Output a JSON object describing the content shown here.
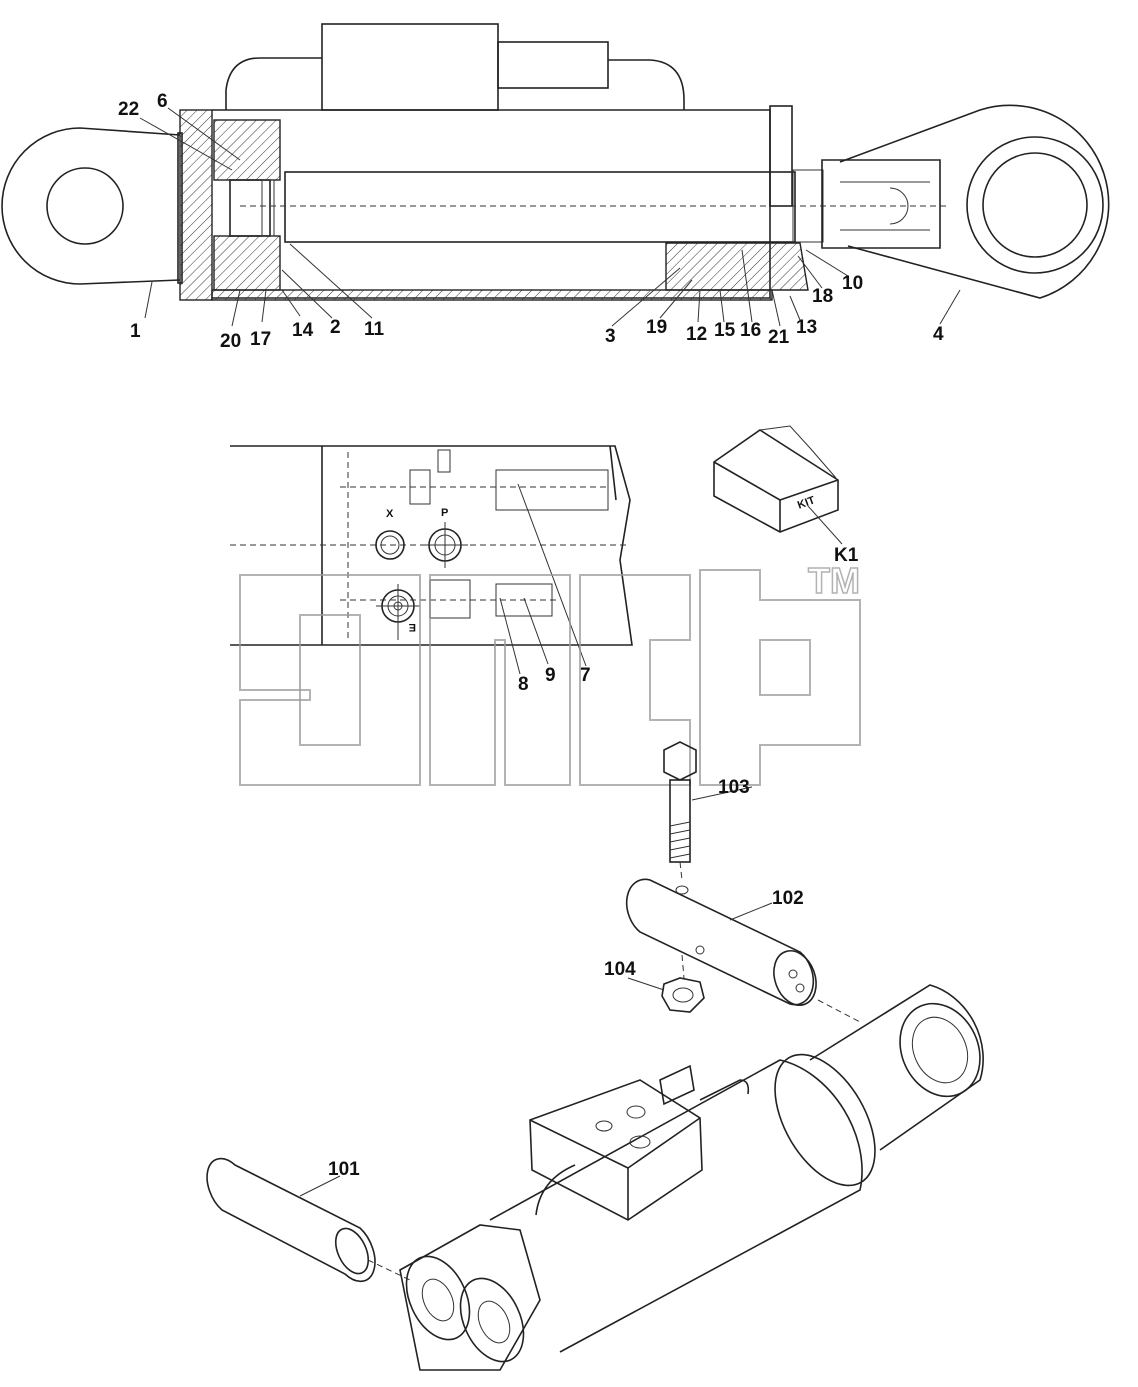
{
  "cylinder_section": {
    "callouts": [
      "1",
      "2",
      "3",
      "4",
      "6",
      "10",
      "11",
      "12",
      "13",
      "14",
      "15",
      "16",
      "17",
      "18",
      "19",
      "20",
      "21",
      "22"
    ]
  },
  "valve_block": {
    "port_labels": [
      "X",
      "P",
      "E"
    ],
    "callouts": [
      "7",
      "8",
      "9"
    ]
  },
  "kit": {
    "box_text": "KIT",
    "callout": "K1"
  },
  "watermark": {
    "text": "ЗПСР",
    "tm": "TM"
  },
  "exploded_view": {
    "callouts": [
      "101",
      "102",
      "103",
      "104"
    ]
  }
}
